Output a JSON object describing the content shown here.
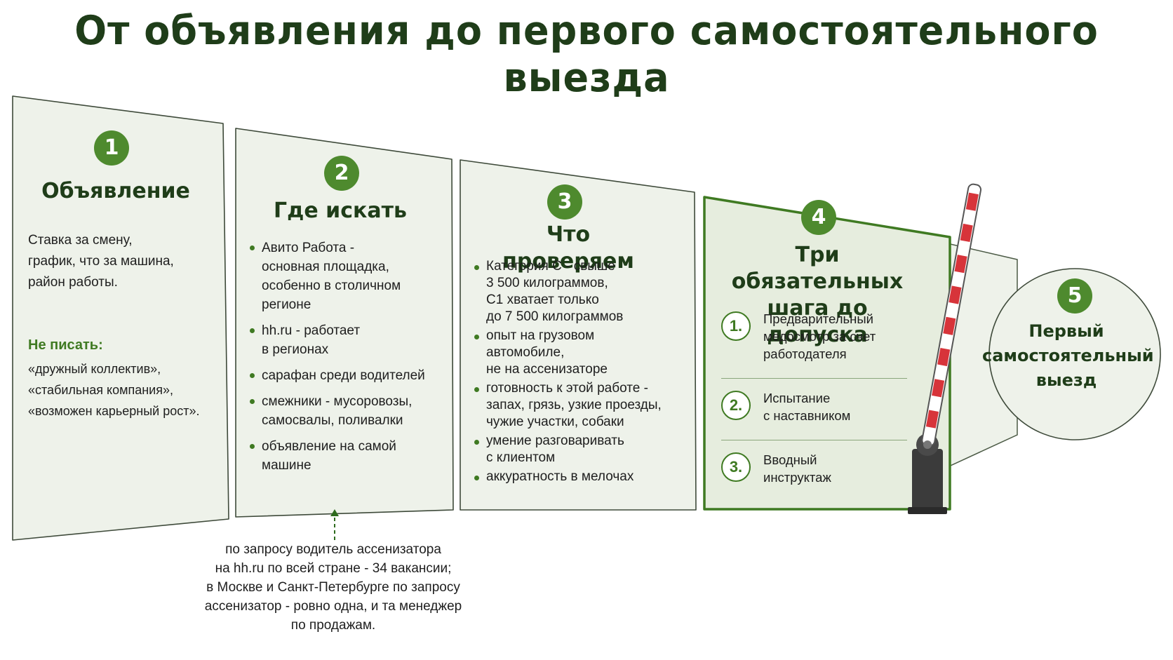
{
  "title": "От объявления до первого самостоятельного выезда",
  "colors": {
    "accent": "#4e8a2e",
    "dark_green": "#1f3d19",
    "panel_bg": "#eef2ea",
    "barrier_red": "#d7343a"
  },
  "panels": [
    {
      "number": "1",
      "heading": "Объявление",
      "text_lines": [
        "Ставка за смену,",
        "график, что за машина,",
        "район работы."
      ],
      "warning_label": "Не писать:",
      "warning_lines": [
        "«дружный коллектив»,",
        "«стабильная компания»,",
        "«возможен карьерный рост»."
      ]
    },
    {
      "number": "2",
      "heading": "Где искать",
      "bullets": [
        [
          "Авито Работа -",
          "основная площадка,",
          "особенно в столичном",
          "регионе"
        ],
        [
          "hh.ru - работает",
          "в регионах"
        ],
        [
          "сарафан среди водителей"
        ],
        [
          "смежники - мусоровозы,",
          "самосвалы, поливалки"
        ],
        [
          "объявление на самой",
          "машине"
        ]
      ]
    },
    {
      "number": "3",
      "heading": "Что проверяем",
      "bullets": [
        [
          "Категория С - свыше",
          "3 500 килограммов,",
          "С1 хватает только",
          "до 7 500 килограммов"
        ],
        [
          "опыт на грузовом",
          "автомобиле,",
          "не на ассенизаторе"
        ],
        [
          "готовность к этой работе -",
          "запах, грязь, узкие проезды,",
          "чужие участки, собаки"
        ],
        [
          "умение разговаривать",
          "с клиентом"
        ],
        [
          "аккуратность в мелочах"
        ]
      ]
    },
    {
      "number": "4",
      "heading_lines": [
        "Три обязательных",
        "шага до допуска"
      ],
      "steps": [
        {
          "num": "1.",
          "lines": [
            "Предварительный",
            "медосмотр за счет",
            "работодателя"
          ]
        },
        {
          "num": "2.",
          "lines": [
            "Испытание",
            "с наставником"
          ]
        },
        {
          "num": "3.",
          "lines": [
            "Вводный",
            "инструктаж"
          ]
        }
      ]
    },
    {
      "number": "5",
      "heading_lines": [
        "Первый",
        "самостоятельный",
        "выезд"
      ]
    }
  ],
  "note_lines": [
    "по запросу водитель ассенизатора",
    "на hh.ru по всей стране - 34 вакансии;",
    "в Москве и Санкт-Петербурге по запросу",
    "ассенизатор - ровно одна, и та менеджер",
    "по продажам."
  ]
}
